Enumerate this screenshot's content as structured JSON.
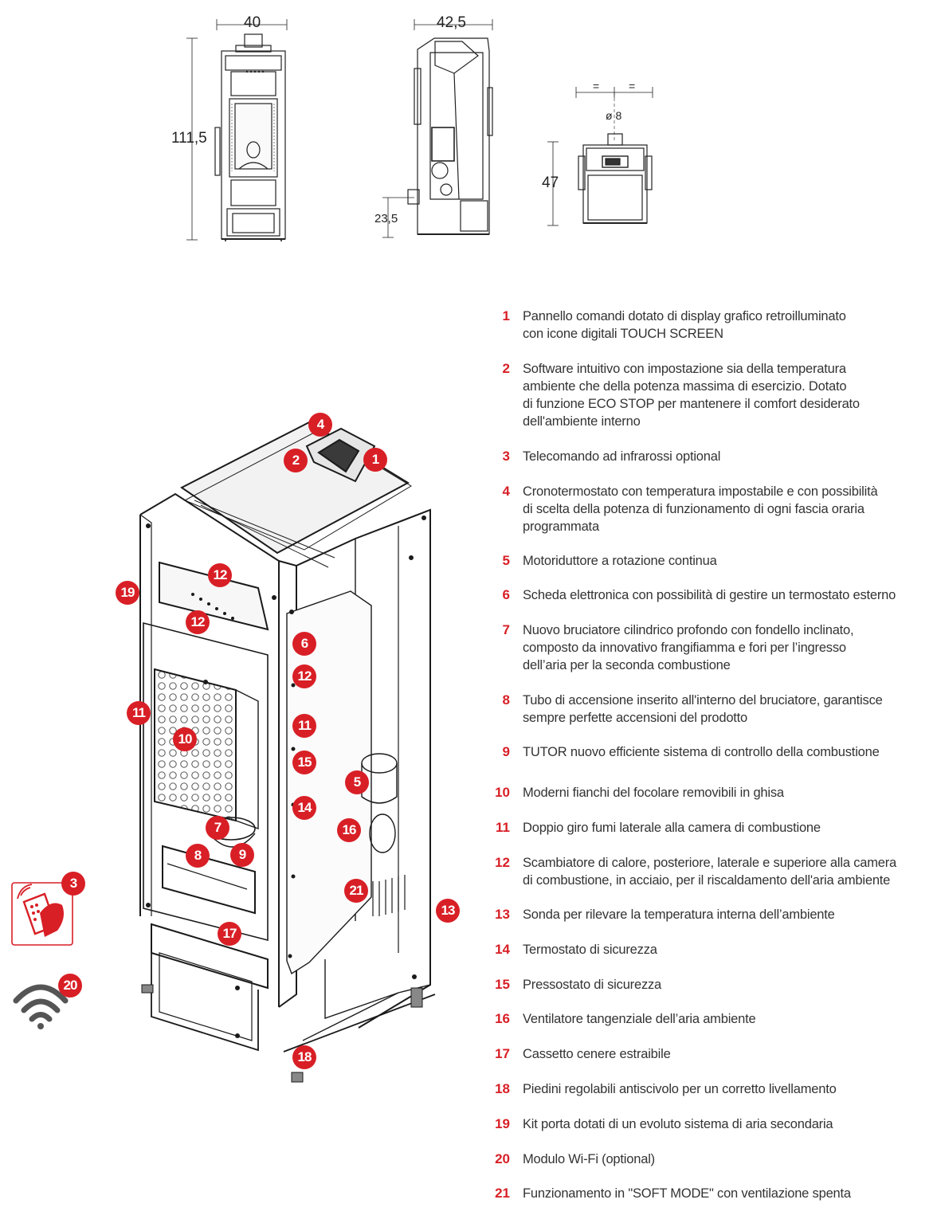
{
  "dimensions": {
    "width_front": "40",
    "height_front": "111,5",
    "depth_side": "42,5",
    "inlet_height": "23,5",
    "flue_diameter": "ø 8",
    "equal_left": "=",
    "equal_right": "=",
    "top_height": "47"
  },
  "markers": [
    {
      "label": "4"
    },
    {
      "label": "2"
    },
    {
      "label": "1"
    },
    {
      "label": "12"
    },
    {
      "label": "19"
    },
    {
      "label": "12"
    },
    {
      "label": "6"
    },
    {
      "label": "12"
    },
    {
      "label": "11"
    },
    {
      "label": "11"
    },
    {
      "label": "10"
    },
    {
      "label": "15"
    },
    {
      "label": "5"
    },
    {
      "label": "14"
    },
    {
      "label": "7"
    },
    {
      "label": "16"
    },
    {
      "label": "8"
    },
    {
      "label": "9"
    },
    {
      "label": "21"
    },
    {
      "label": "13"
    },
    {
      "label": "17"
    },
    {
      "label": "18"
    },
    {
      "label": "3"
    },
    {
      "label": "20"
    }
  ],
  "legend": [
    {
      "num": "1",
      "text": "Pannello comandi dotato di display grafico retroilluminato\ncon icone digitali TOUCH SCREEN"
    },
    {
      "num": "2",
      "text": "Software intuitivo con impostazione sia della temperatura\nambiente che della potenza massima di esercizio. Dotato\ndi funzione ECO STOP per mantenere il comfort desiderato\ndell'ambiente interno"
    },
    {
      "num": "3",
      "text": "Telecomando ad infrarossi optional"
    },
    {
      "num": "4",
      "text": "Cronotermostato con temperatura impostabile e con possibilità\ndi scelta della potenza di funzionamento di ogni fascia oraria\nprogrammata"
    },
    {
      "num": "5",
      "text": "Motoriduttore a rotazione continua"
    },
    {
      "num": "6",
      "text": "Scheda elettronica con possibilità di gestire un termostato esterno"
    },
    {
      "num": "7",
      "text": "Nuovo bruciatore cilindrico profondo con fondello inclinato,\ncomposto da innovativo frangifiamma e fori per l’ingresso\ndell’aria per la seconda combustione"
    },
    {
      "num": "8",
      "text": "Tubo di accensione inserito all'interno del bruciatore, garantisce\nsempre perfette accensioni del prodotto"
    },
    {
      "num": "9",
      "text": "TUTOR nuovo efficiente sistema di controllo della combustione"
    },
    {
      "num": "10",
      "text": "Moderni fianchi del focolare removibili in ghisa"
    },
    {
      "num": "11",
      "text": "Doppio giro fumi laterale alla camera di combustione"
    },
    {
      "num": "12",
      "text": "Scambiatore di calore, posteriore, laterale e superiore alla camera\ndi combustione, in acciaio, per il riscaldamento dell'aria ambiente"
    },
    {
      "num": "13",
      "text": "Sonda per rilevare la temperatura interna dell’ambiente"
    },
    {
      "num": "14",
      "text": "Termostato di sicurezza"
    },
    {
      "num": "15",
      "text": "Pressostato di sicurezza"
    },
    {
      "num": "16",
      "text": "Ventilatore tangenziale dell’aria ambiente"
    },
    {
      "num": "17",
      "text": "Cassetto cenere estraibile"
    },
    {
      "num": "18",
      "text": "Piedini regolabili antiscivolo per un corretto livellamento"
    },
    {
      "num": "19",
      "text": "Kit porta dotati di un evoluto sistema di aria secondaria"
    },
    {
      "num": "20",
      "text": "Modulo Wi-Fi (optional)"
    },
    {
      "num": "21",
      "text": "Funzionamento in \"SOFT MODE\" con ventilazione spenta"
    }
  ],
  "colors": {
    "accent": "#d81f26",
    "line": "#222222",
    "panel": "#f2f2f2"
  },
  "icons": [
    "remote-control-icon",
    "wifi-icon"
  ]
}
